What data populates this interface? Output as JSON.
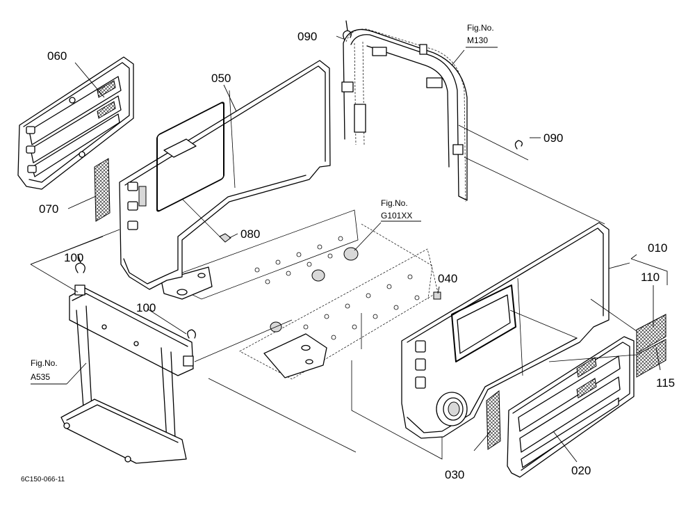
{
  "diagram_code": "6C150-066-11",
  "parts": {
    "p010": "010",
    "p020": "020",
    "p030": "030",
    "p040": "040",
    "p050": "050",
    "p060": "060",
    "p070": "070",
    "p080": "080",
    "p090a": "090",
    "p090b": "090",
    "p100a": "100",
    "p100b": "100",
    "p110": "110",
    "p115": "115"
  },
  "fig_refs": {
    "m130": {
      "line1": "Fig.No.",
      "line2": "M130"
    },
    "g101": {
      "line1": "Fig.No.",
      "line2": "G101XX"
    },
    "a535": {
      "line1": "Fig.No.",
      "line2": "A535"
    }
  }
}
